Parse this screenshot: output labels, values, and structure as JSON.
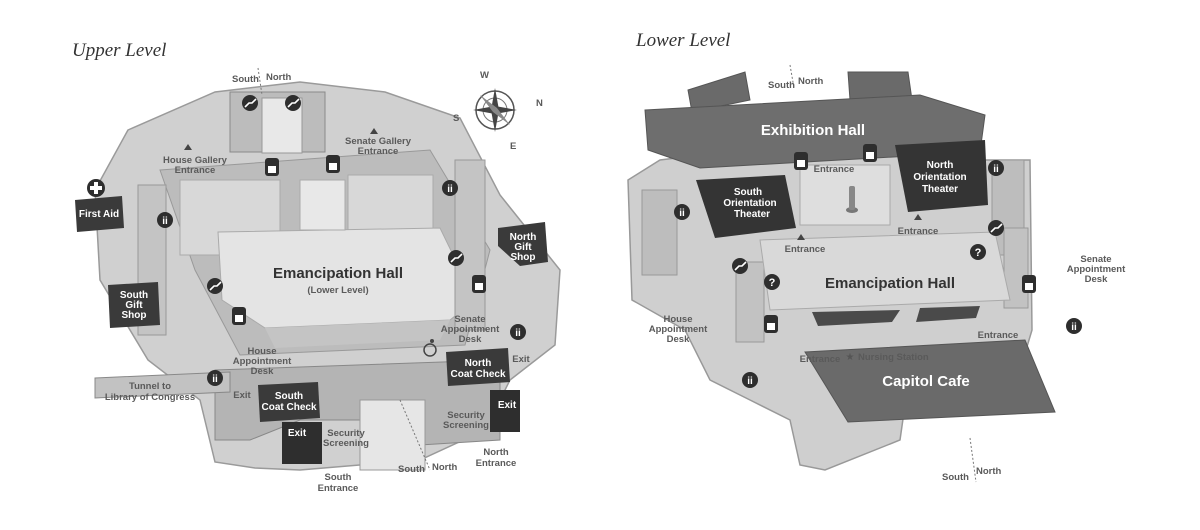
{
  "upper": {
    "title": "Upper Level",
    "compass": {
      "w": "W",
      "n": "N",
      "s": "S",
      "e": "E"
    },
    "south_north_top": {
      "south": "South",
      "north": "North"
    },
    "south_north_bottom": {
      "south": "South",
      "north": "North"
    },
    "house_gallery": [
      "House Gallery",
      "Entrance"
    ],
    "senate_gallery": [
      "Senate Gallery",
      "Entrance"
    ],
    "first_aid": "First Aid",
    "north_gift": [
      "North",
      "Gift",
      "Shop"
    ],
    "south_gift": [
      "South",
      "Gift",
      "Shop"
    ],
    "emancipation": "Emancipation Hall",
    "lower_level": "(Lower Level)",
    "house_appt": [
      "House",
      "Appointment",
      "Desk"
    ],
    "senate_appt": [
      "Senate",
      "Appointment",
      "Desk"
    ],
    "north_coat": [
      "North",
      "Coat Check"
    ],
    "south_coat": [
      "South",
      "Coat Check"
    ],
    "tunnel": [
      "Tunnel to",
      "Library of Congress"
    ],
    "exit": "Exit",
    "security": [
      "Security",
      "Screening"
    ],
    "south_entrance": [
      "South",
      "Entrance"
    ],
    "north_entrance": [
      "North",
      "Entrance"
    ]
  },
  "lower": {
    "title": "Lower Level",
    "south_north_top": {
      "south": "South",
      "north": "North"
    },
    "south_north_bottom": {
      "south": "South",
      "north": "North"
    },
    "exhibition": "Exhibition Hall",
    "south_theater": [
      "South",
      "Orientation",
      "Theater"
    ],
    "north_theater": [
      "North",
      "Orientation",
      "Theater"
    ],
    "entrance": "Entrance",
    "emancipation": "Emancipation Hall",
    "senate_appt": [
      "Senate",
      "Appointment",
      "Desk"
    ],
    "house_appt": [
      "House",
      "Appointment",
      "Desk"
    ],
    "nursing": "Nursing Station",
    "capitol_cafe": "Capitol Cafe"
  }
}
